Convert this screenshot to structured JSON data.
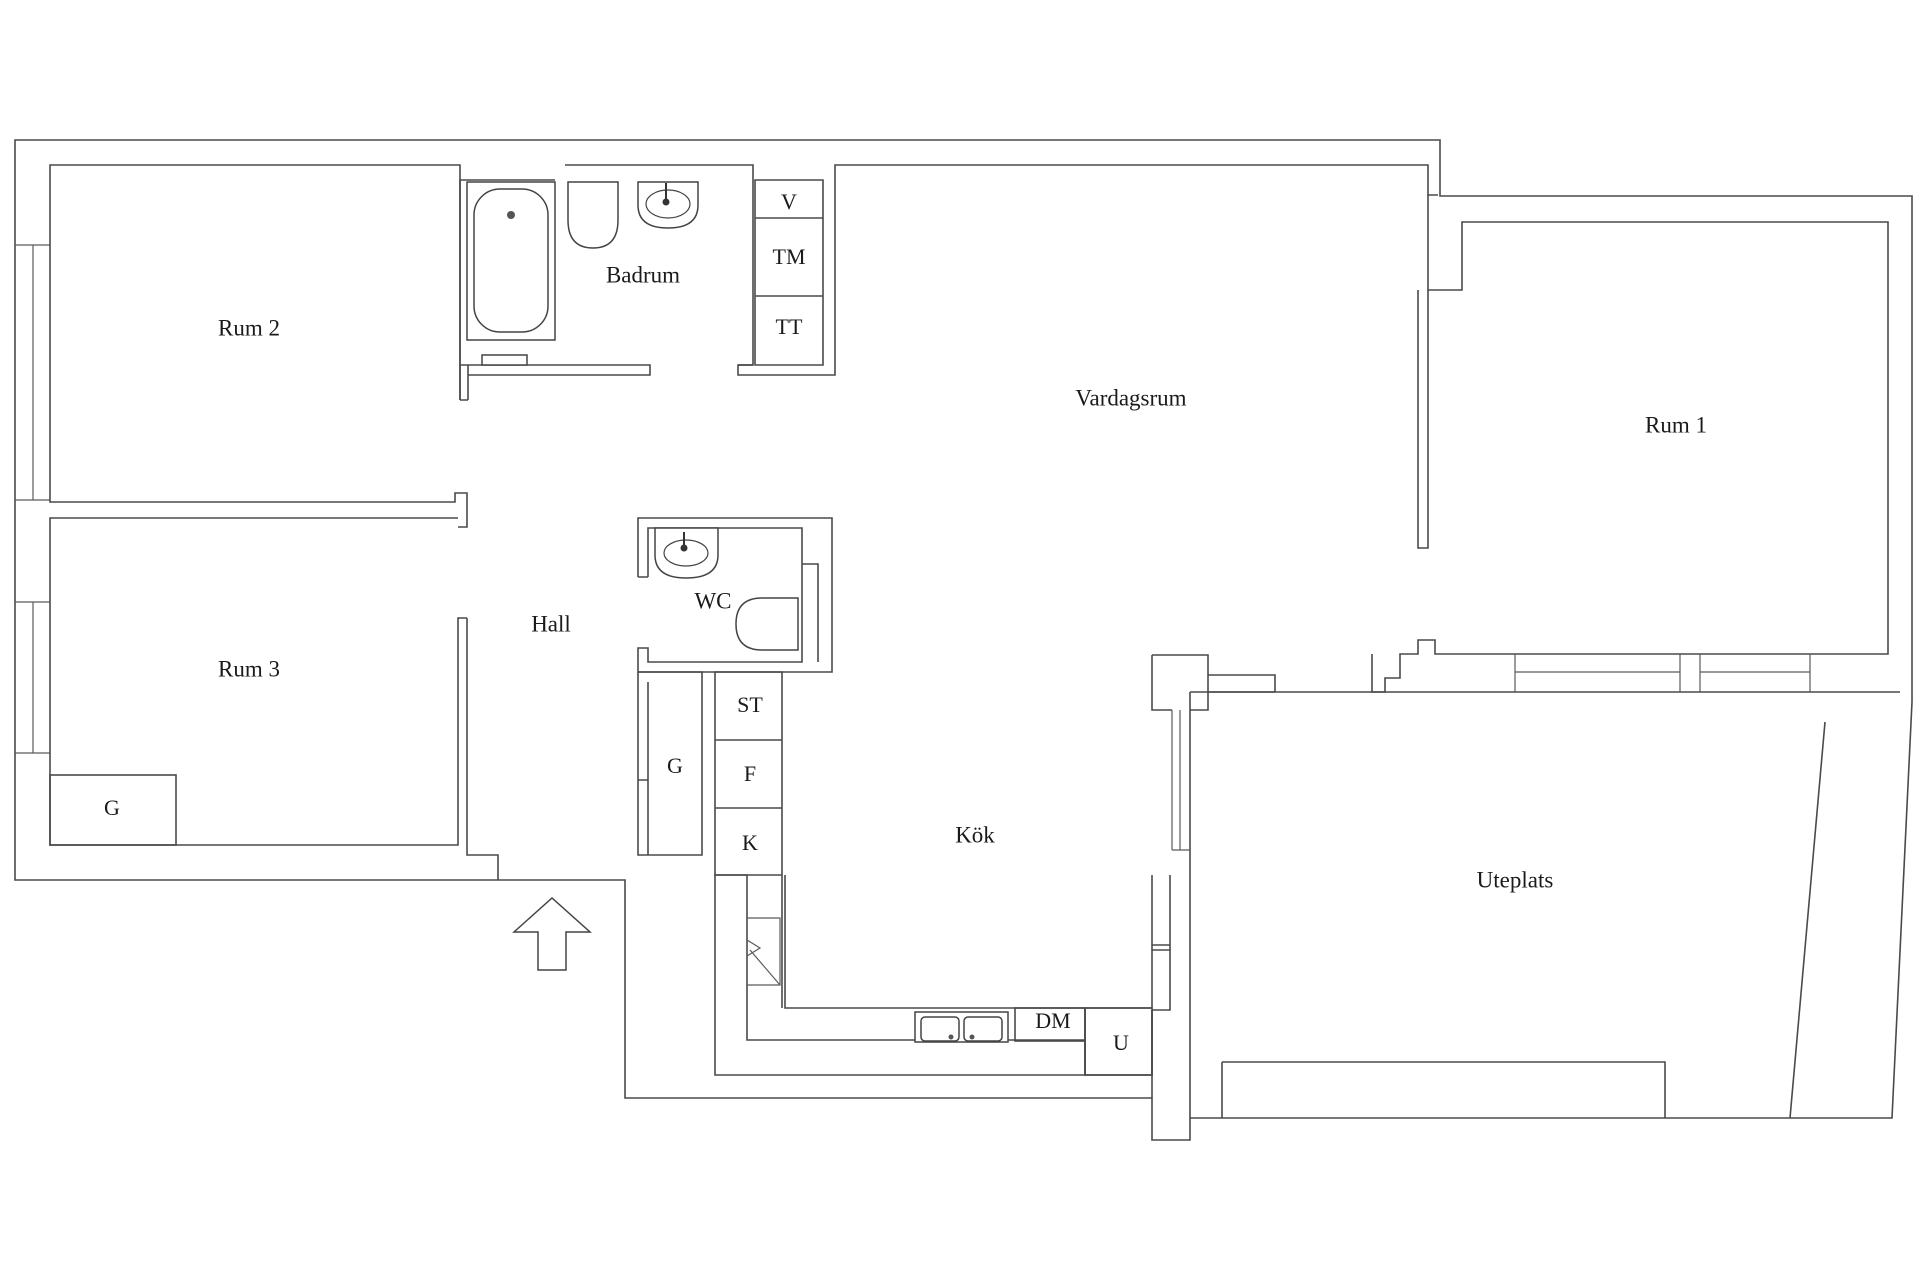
{
  "rooms": {
    "rum2": "Rum 2",
    "rum3": "Rum 3",
    "rum1": "Rum 1",
    "badrum": "Badrum",
    "vardagsrum": "Vardagsrum",
    "hall": "Hall",
    "wc": "WC",
    "kok": "Kök",
    "uteplats": "Uteplats"
  },
  "fixtures": {
    "v": "V",
    "tm": "TM",
    "tt": "TT",
    "st": "ST",
    "f": "F",
    "k": "K",
    "dm": "DM",
    "u": "U",
    "g_hall": "G",
    "g_rum3": "G"
  }
}
